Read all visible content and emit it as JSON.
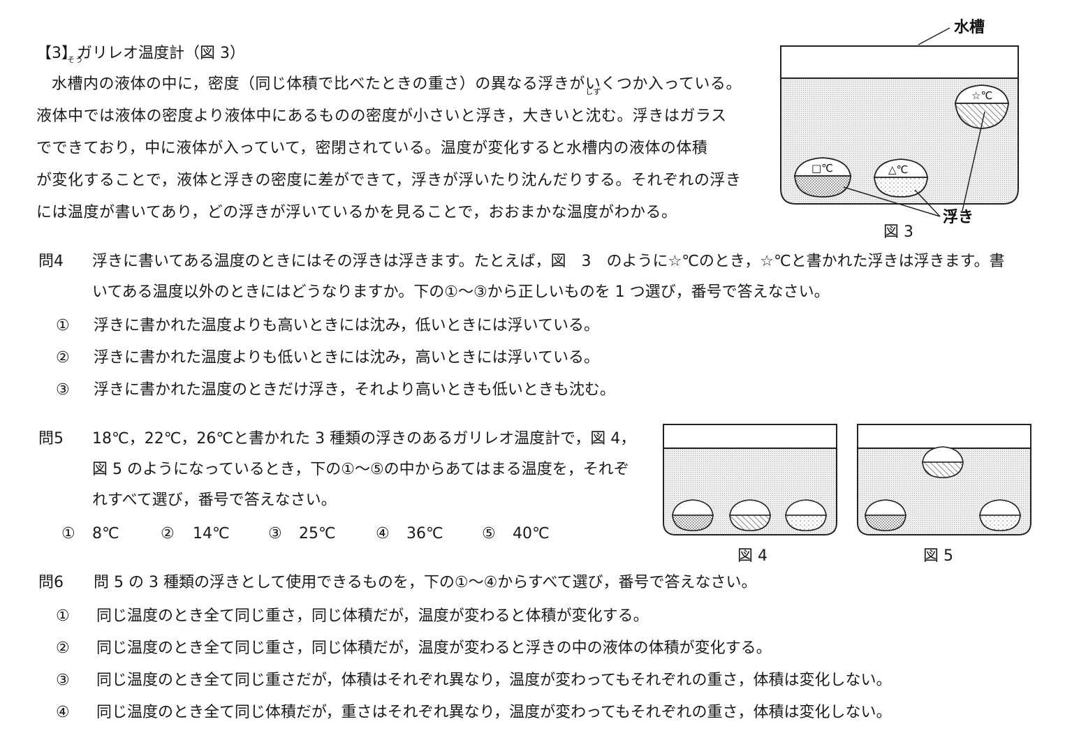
{
  "section": {
    "heading": "【3】ガリレオ温度計（図 3）",
    "intro_lines": [
      {
        "a": "水",
        "ruby_base": "槽",
        "ruby": "そう",
        "b": "内の液体の中に，密度（同じ体積で比べたときの重さ）の異なる浮きがいくつか入っている。"
      },
      {
        "a": "液体中では液体の密度より液体中にあるものの密度が小さいと浮き，大きいと",
        "ruby_base": "沈",
        "ruby": "しず",
        "b": "む。浮きはガラス"
      },
      {
        "text": "でできており，中に液体が入っていて，密閉されている。温度が変化すると水槽内の液体の体積"
      },
      {
        "text": "が変化することで，液体と浮きの密度に差ができて，浮きが浮いたり沈んだりする。それぞれの浮き"
      },
      {
        "text": "には温度が書いてあり，どの浮きが浮いているかを見ることで，おおまかな温度がわかる。"
      }
    ]
  },
  "figure3": {
    "label": "図 3",
    "tank_label": "水槽",
    "float_label": "浮き",
    "float_star": "☆℃",
    "float_square": "□℃",
    "float_triangle": "△℃"
  },
  "q4": {
    "label": "問4",
    "lines": [
      "浮きに書いてある温度のときにはその浮きは浮きます。たとえば，図　3　のように☆℃のとき，☆℃と書かれた浮きは浮きます。書",
      "いてある温度以外のときにはどうなりますか。下の①～③から正しいものを 1 つ選び，番号で答えなさい。"
    ],
    "options": [
      {
        "num": "①",
        "text": "浮きに書かれた温度よりも高いときには沈み，低いときには浮いている。"
      },
      {
        "num": "②",
        "text": "浮きに書かれた温度よりも低いときには沈み，高いときには浮いている。"
      },
      {
        "num": "③",
        "text": "浮きに書かれた温度のときだけ浮き，それより高いときも低いときも沈む。"
      }
    ]
  },
  "q5": {
    "label": "問5",
    "lines": [
      "18℃，22℃，26℃と書かれた 3 種類の浮きのあるガリレオ温度計で，図 4，",
      "図 5 のようになっているとき，下の①～⑤の中からあてはまる温度を，それぞ",
      "れすべて選び，番号で答えなさい。"
    ],
    "options": [
      {
        "num": "①",
        "text": "8℃"
      },
      {
        "num": "②",
        "text": "14℃"
      },
      {
        "num": "③",
        "text": "25℃"
      },
      {
        "num": "④",
        "text": "36℃"
      },
      {
        "num": "⑤",
        "text": "40℃"
      }
    ]
  },
  "figure4": {
    "label": "図 4"
  },
  "figure5": {
    "label": "図 5"
  },
  "q6": {
    "label": "問6",
    "line": "問 5 の 3 種類の浮きとして使用できるものを，下の①～④からすべて選び，番号で答えなさい。",
    "options": [
      {
        "num": "①",
        "text": "同じ温度のとき全て同じ重さ，同じ体積だが，温度が変わると体積が変化する。"
      },
      {
        "num": "②",
        "text": "同じ温度のとき全て同じ重さ，同じ体積だが，温度が変わると浮きの中の液体の体積が変化する。"
      },
      {
        "num": "③",
        "text": "同じ温度のとき全て同じ重さだが，体積はそれぞれ異なり，温度が変わってもそれぞれの重さ，体積は変化しない。"
      },
      {
        "num": "④",
        "text": "同じ温度のとき全て同じ体積だが，重さはそれぞれ異なり，温度が変わってもそれぞれの重さ，体積は変化しない。"
      }
    ]
  }
}
